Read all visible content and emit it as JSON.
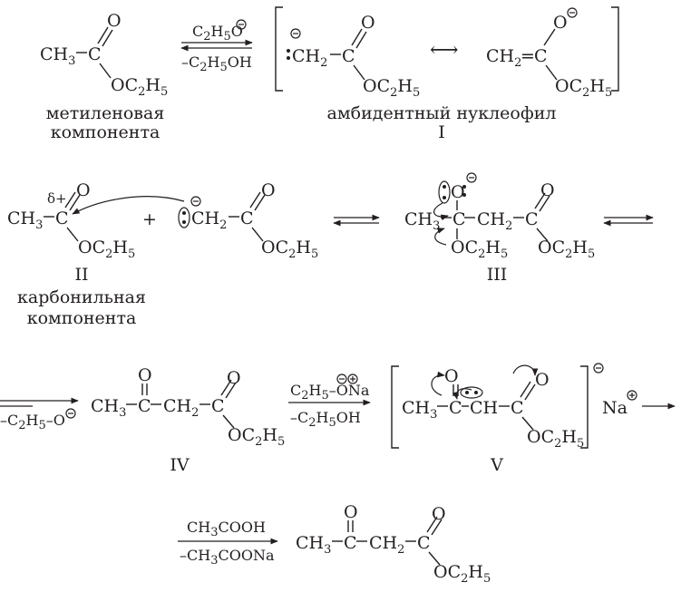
{
  "row1": {
    "left_formula": {
      "ch3": "CH",
      "ch3_sub": "3",
      "c": "C",
      "o": "O",
      "oc": "OC",
      "oc_sub1": "2",
      "h": "H",
      "oc_sub2": "5"
    },
    "arrow_top": {
      "t1": "C",
      "s1": "2",
      "t2": "H",
      "s2": "5",
      "t3": "O"
    },
    "arrow_bottom": {
      "t1": "–C",
      "s1": "2",
      "t2": "H",
      "s2": "5",
      "t3": "OH"
    },
    "carbanion": {
      "ch2": "CH",
      "ch2_sub": "2",
      "c": "C",
      "o": "O",
      "oc": "OC",
      "oc_sub1": "2",
      "h": "H",
      "oc_sub2": "5"
    },
    "resonance_symbol": "⟷",
    "enolate": {
      "ch2": "CH",
      "ch2_sub": "2",
      "eq": "=",
      "c": "C",
      "o": "O",
      "oc": "OC",
      "oc_sub1": "2",
      "h": "H",
      "oc_sub2": "5"
    },
    "caption_left_1": "метиленовая",
    "caption_left_2": "компонента",
    "caption_right": "амбидентный нуклеофил",
    "numeral": "I"
  },
  "row2": {
    "ester": {
      "delta": "δ+",
      "ch3": "CH",
      "ch3_sub": "3",
      "c": "C",
      "o": "O",
      "oc": "OC",
      "oc_sub1": "2",
      "h": "H",
      "oc_sub2": "5"
    },
    "plus": "+",
    "nucleophile": {
      "ch2": "CH",
      "ch2_sub": "2",
      "c": "C",
      "o": "O",
      "oc": "OC",
      "oc_sub1": "2",
      "h": "H",
      "oc_sub2": "5"
    },
    "adduct": {
      "o": "O",
      "ch3": "CH",
      "ch3_sub": "3",
      "c": "C",
      "ch2": "CH",
      "ch2_sub": "2",
      "c2": "C",
      "o2": "O",
      "oc": "OC",
      "oc_sub1": "2",
      "h": "H",
      "oc_sub2": "5",
      "oc2": "OC",
      "oc2_sub1": "2",
      "h2": "H",
      "oc2_sub2": "5"
    },
    "numeral_left": "II",
    "caption_1": "карбонильная",
    "caption_2": "компонента",
    "numeral_right": "III"
  },
  "row3": {
    "arrow_label": {
      "t1": "–C",
      "s1": "2",
      "t2": "H",
      "s2": "5",
      "t3": "–O"
    },
    "ketoester": {
      "o": "O",
      "ch3": "CH",
      "ch3_sub": "3",
      "c": "C",
      "ch2": "CH",
      "ch2_sub": "2",
      "c2": "C",
      "o2": "O",
      "oc": "OC",
      "oc_sub1": "2",
      "h": "H",
      "oc_sub2": "5"
    },
    "arrow_top": {
      "t1": "C",
      "s1": "2",
      "t2": "H",
      "s2": "5",
      "t3": "–ONa"
    },
    "arrow_bottom": {
      "t1": "–C",
      "s1": "2",
      "t2": "H",
      "s2": "5",
      "t3": "OH"
    },
    "anion": {
      "o": "O",
      "ch3": "CH",
      "ch3_sub": "3",
      "c": "C",
      "ch": "CH",
      "c2": "C",
      "o2": "O",
      "oc": "OC",
      "oc_sub1": "2",
      "h": "H",
      "oc_sub2": "5"
    },
    "na": "Na",
    "numeral_left": "IV",
    "numeral_right": "V"
  },
  "row4": {
    "arrow_top": {
      "t1": "CH",
      "s1": "3",
      "t2": "COOH"
    },
    "arrow_bottom": {
      "t1": "–CH",
      "s1": "3",
      "t2": "COONa"
    },
    "product": {
      "o": "O",
      "ch3": "CH",
      "ch3_sub": "3",
      "c": "C",
      "ch2": "CH",
      "ch2_sub": "2",
      "c2": "C",
      "o2": "O",
      "oc": "OC",
      "oc_sub1": "2",
      "h": "H",
      "oc_sub2": "5"
    }
  }
}
